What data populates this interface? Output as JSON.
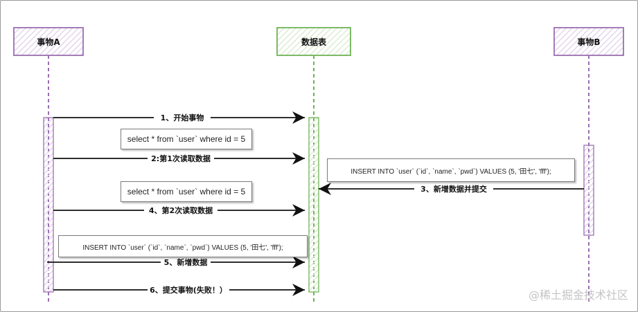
{
  "actors": [
    {
      "id": "a",
      "label": "事物A",
      "color": "#9a6fb0"
    },
    {
      "id": "t",
      "label": "数据表",
      "color": "#6fb356"
    },
    {
      "id": "b",
      "label": "事物B",
      "color": "#9a6fb0"
    }
  ],
  "messages": [
    {
      "label": "1、开始事物"
    },
    {
      "label": "2:第1次读取数据"
    },
    {
      "label": "3、新增数据并提交"
    },
    {
      "label": "4、第2次读取数据"
    },
    {
      "label": "5、新增数据"
    },
    {
      "label": "6、提交事物(失败！）"
    }
  ],
  "notes": [
    {
      "text": "select *  from `user` where id = 5"
    },
    {
      "text": "select *  from `user` where id = 5"
    },
    {
      "text": "INSERT INTO `user` (`id`, `name`, `pwd`) VALUES (5, '田七', 'fff');"
    },
    {
      "text": "INSERT INTO `user` (`id`, `name`, `pwd`) VALUES (5, '田七', 'fff');"
    }
  ],
  "watermark": "@稀土掘金技术社区"
}
